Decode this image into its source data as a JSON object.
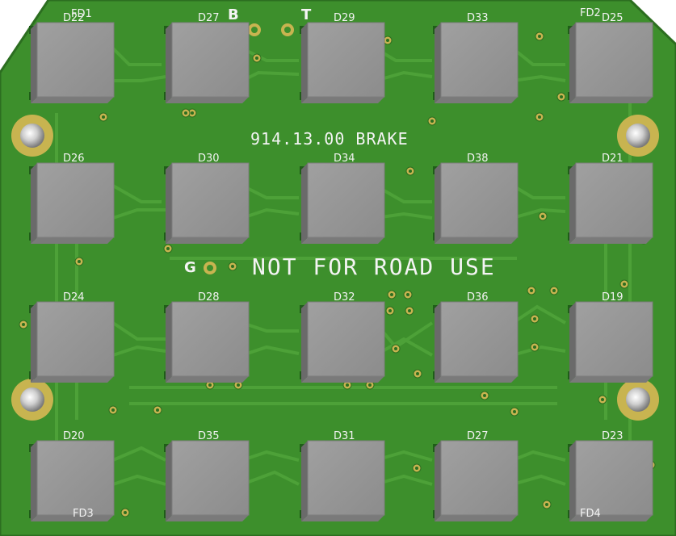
{
  "board": {
    "part_number": "914.13.00 BRAKE",
    "warning": "NOT FOR ROAD USE",
    "test_points": [
      "B",
      "T",
      "G"
    ],
    "colors": {
      "pcb": "#3d8f2c",
      "pcb_edge": "#2f7a22",
      "trace": "#4fa33a",
      "pad": "#c8b450",
      "led_top": "#8f8f8f",
      "led_side": "#6a6a6a",
      "silkscreen": "#f2f2f2"
    }
  },
  "leds": [
    {
      "ref": "D22"
    },
    {
      "ref": "D27"
    },
    {
      "ref": "D29"
    },
    {
      "ref": "D33"
    },
    {
      "ref": "D25"
    },
    {
      "ref": "D26"
    },
    {
      "ref": "D30"
    },
    {
      "ref": "D34"
    },
    {
      "ref": "D38"
    },
    {
      "ref": "D21"
    },
    {
      "ref": "D24"
    },
    {
      "ref": "D28"
    },
    {
      "ref": "D32"
    },
    {
      "ref": "D36"
    },
    {
      "ref": "D19"
    },
    {
      "ref": "D20"
    },
    {
      "ref": "D35"
    },
    {
      "ref": "D31"
    },
    {
      "ref": "D27"
    },
    {
      "ref": "D23"
    }
  ],
  "fiducials": [
    "FD1",
    "FD2",
    "FD3",
    "FD4"
  ]
}
